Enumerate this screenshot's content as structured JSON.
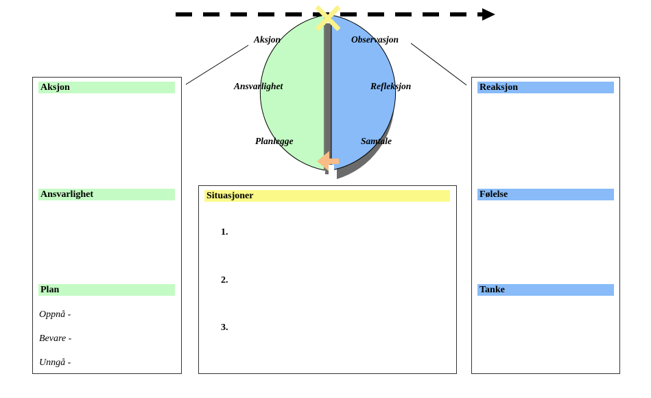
{
  "cycle": {
    "left_labels": [
      "Aksjon",
      "Ansvarlighet",
      "Planlegge"
    ],
    "right_labels": [
      "Observasjon",
      "Refleksjon",
      "Samtale"
    ],
    "colors": {
      "left_fill": "#c4fbc4",
      "right_fill": "#88bbf8",
      "shadow": "#6b6b6b",
      "cross_marker": "#faf28a",
      "return_arrow": "#f8bd86"
    },
    "timeline_arrow": "dashed-right-arrow"
  },
  "left_panel": {
    "sections": [
      {
        "title": "Aksjon"
      },
      {
        "title": "Ansvarlighet"
      },
      {
        "title": "Plan"
      }
    ],
    "plan_items": [
      "Oppnå -",
      "Bevare -",
      "Unngå -"
    ]
  },
  "center_panel": {
    "title": "Situasjoner",
    "items": [
      "1.",
      "2.",
      "3."
    ]
  },
  "right_panel": {
    "sections": [
      {
        "title": "Reaksjon"
      },
      {
        "title": "Følelse"
      },
      {
        "title": "Tanke"
      }
    ]
  }
}
